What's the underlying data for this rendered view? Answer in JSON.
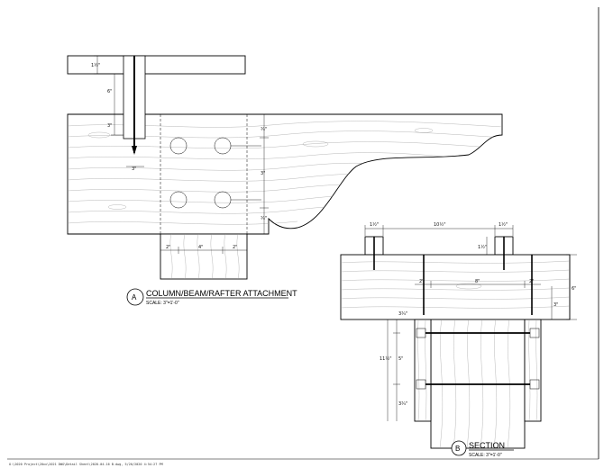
{
  "detail_a": {
    "tag": "A",
    "title": "COLUMN/BEAM/RAFTER ATTACHMENT",
    "scale": "SCALE: 3\"=1'-0\"",
    "dims": {
      "rafter_depth": "1½\"",
      "screw_len": "6\"",
      "embed": "3\"",
      "beam_top": "¾\"",
      "beam_mid": "3\"",
      "beam_bot": "¾\"",
      "screw_sp": "3\"",
      "col_left": "2\"",
      "col_mid": "4\"",
      "col_right": "2\""
    }
  },
  "detail_b": {
    "tag": "B",
    "title": "SECTION",
    "scale": "SCALE: 3\"=1'-0\"",
    "dims": {
      "rafter_left": "1½\"",
      "rafter_sp": "10½\"",
      "rafter_right": "1½\"",
      "rafter_ht": "1½\"",
      "beam_ht": "6\"",
      "screw_embed": "3\"",
      "col_left": "2\"",
      "col_mid": "8\"",
      "col_right": "2\"",
      "bolt_total": "11½\"",
      "bolt_top": "3¾\"",
      "bolt_mid": "5\"",
      "bolt_bot": "3¾\""
    }
  },
  "footer": "O:\\2020 Project\\20xx\\2021 DWG\\Detail Sheet\\2020-04-16 B.dwg, 5/20/2020 4:54:27 PM"
}
